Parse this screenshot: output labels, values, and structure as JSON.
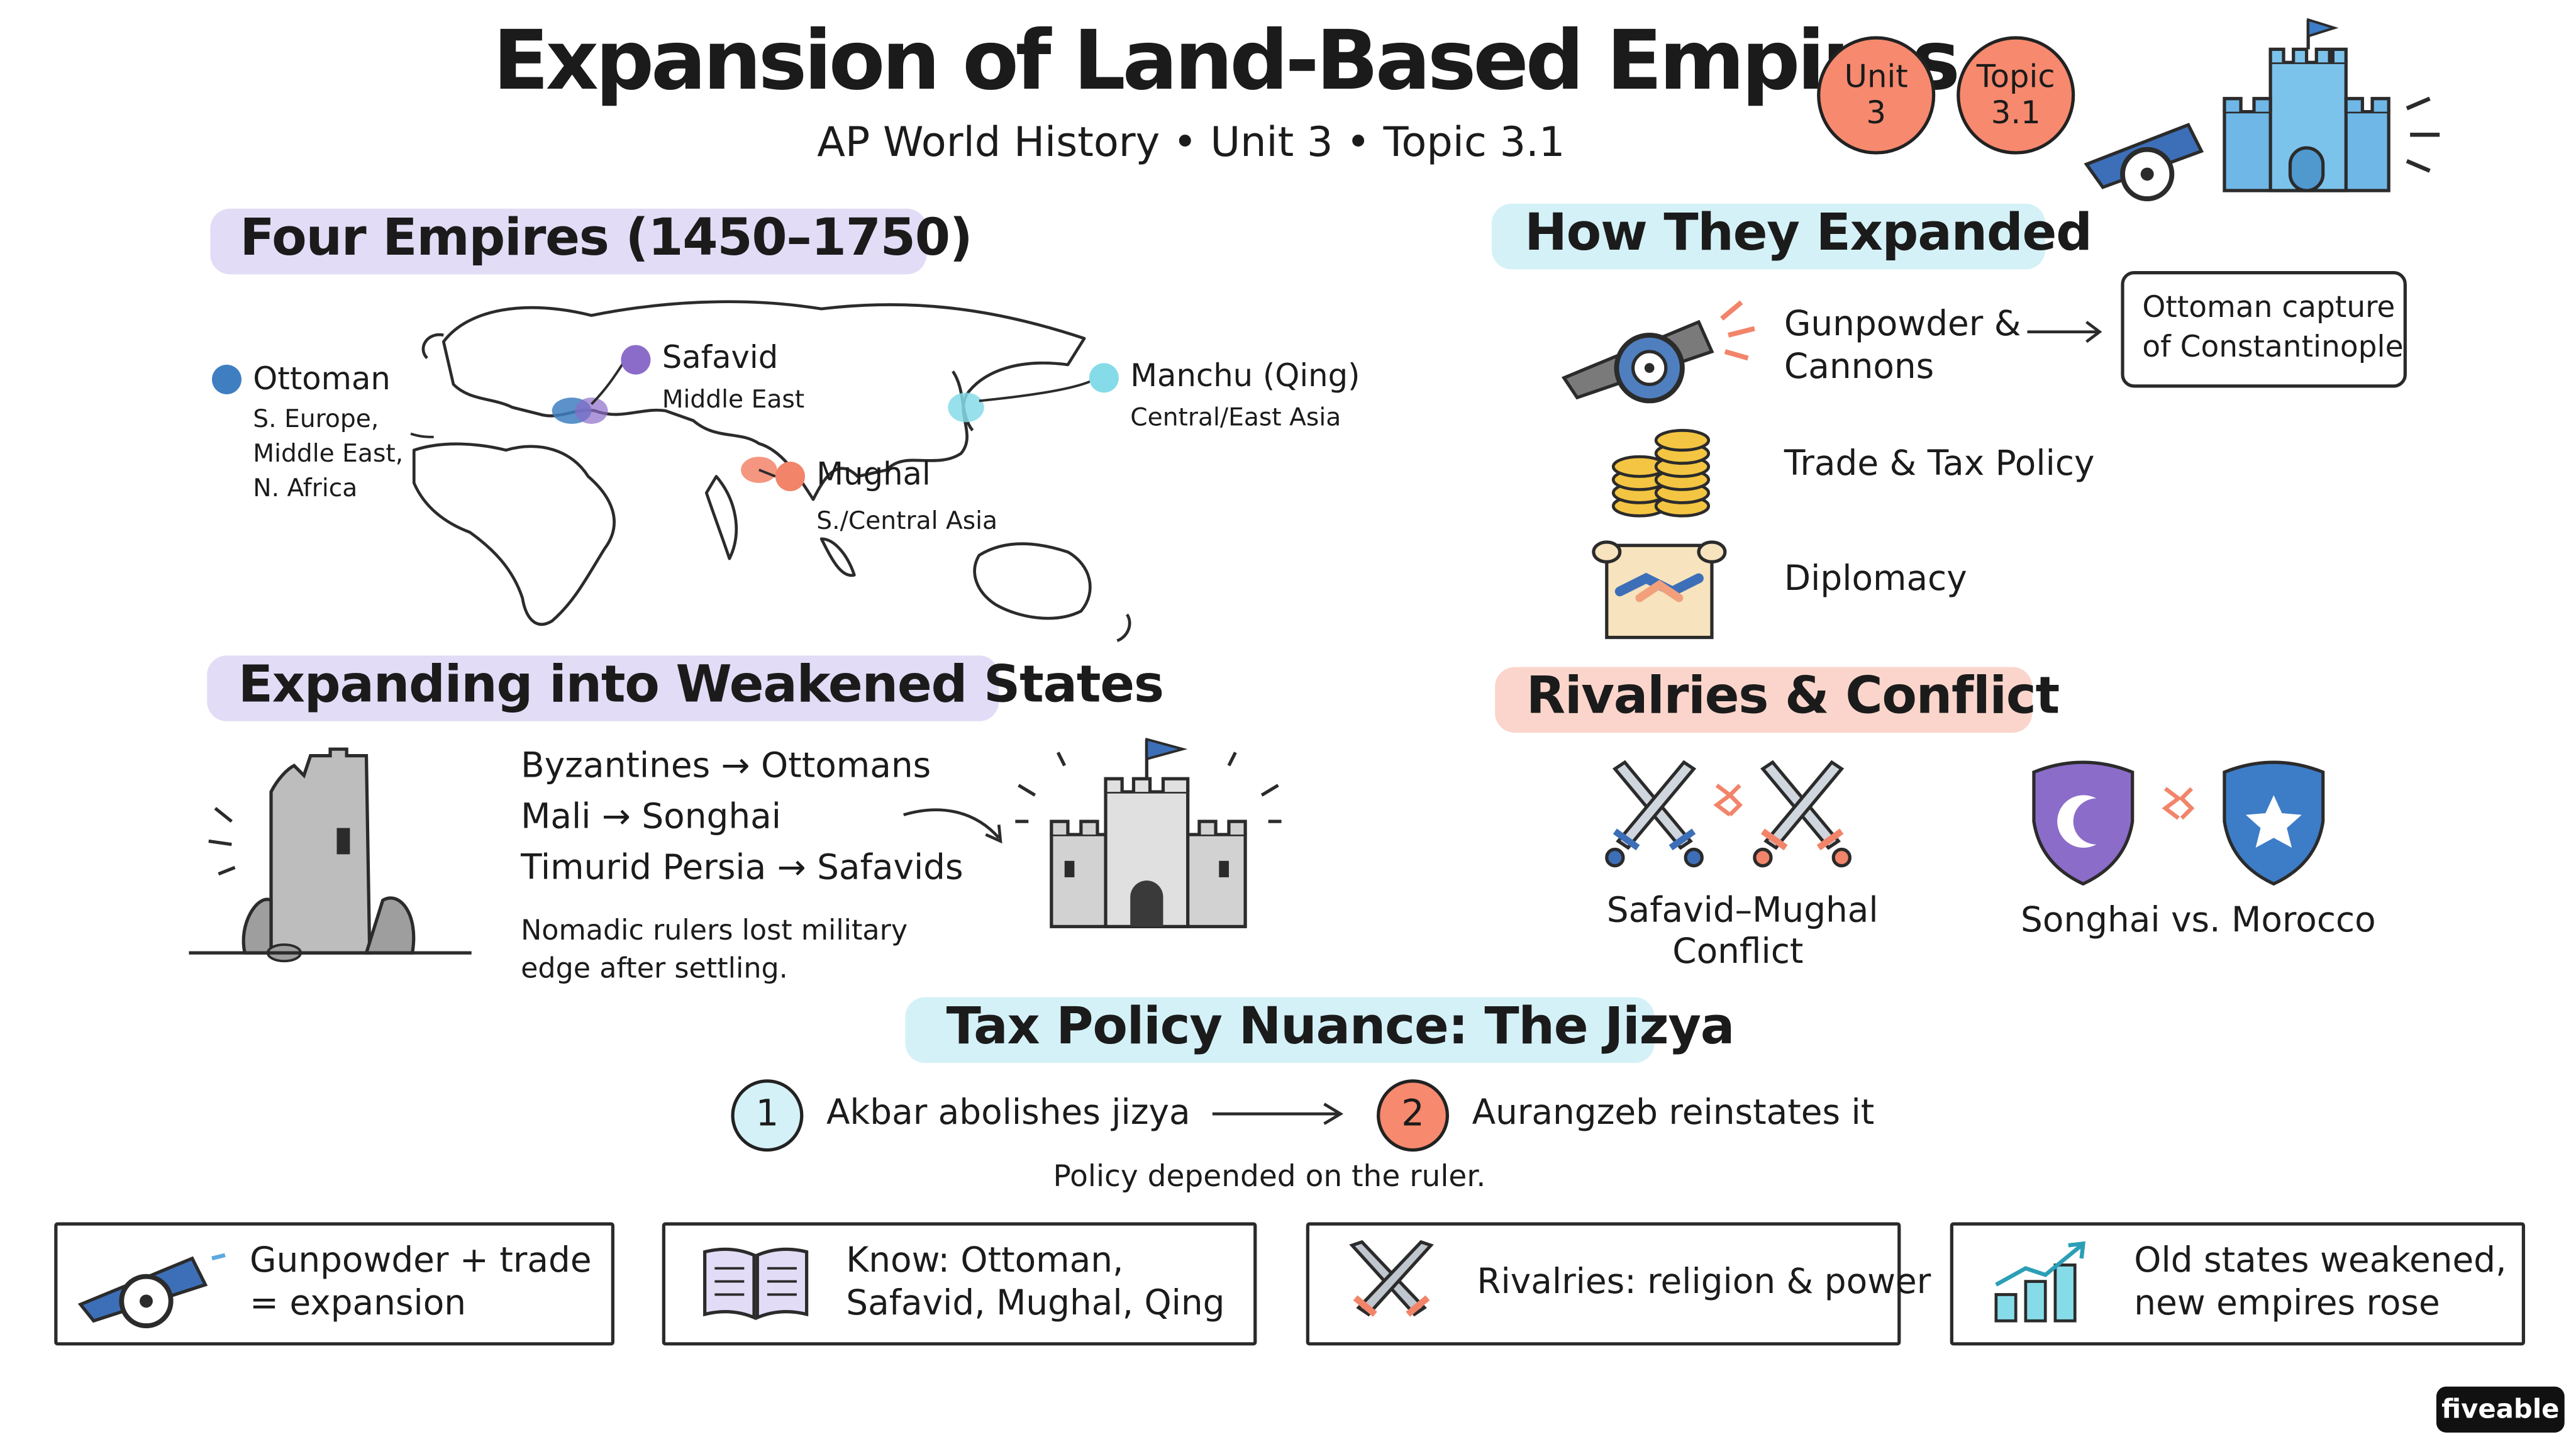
{
  "header": {
    "title": "Expansion of Land-Based Empires",
    "subtitle": "AP World History • Unit 3 • Topic 3.1",
    "badges": [
      {
        "line1": "Unit",
        "line2": "3"
      },
      {
        "line1": "Topic",
        "line2": "3.1"
      }
    ]
  },
  "colors": {
    "purple_highlight": "#e3dcf6",
    "blue_highlight": "#d4f1f7",
    "salmon_highlight": "#fbd5cb",
    "ottoman": "#3f7fc1",
    "safavid": "#8b6cc9",
    "mughal": "#f2846a",
    "manchu": "#86dbe9",
    "badge": "#f6896e"
  },
  "four_empires": {
    "heading": "Four Empires (1450–1750)",
    "ottoman": {
      "name": "Ottoman",
      "region_lines": [
        "S. Europe,",
        "Middle East,",
        "N. Africa"
      ]
    },
    "safavid": {
      "name": "Safavid",
      "region": "Middle East"
    },
    "mughal": {
      "name": "Mughal",
      "region": "S./Central Asia"
    },
    "manchu": {
      "name": "Manchu (Qing)",
      "region": "Central/East Asia"
    }
  },
  "expanding": {
    "heading": "Expanding into Weakened States",
    "transitions": [
      "Byzantines → Ottomans",
      "Mali → Songhai",
      "Timurid Persia → Safavids"
    ],
    "note_lines": [
      "Nomadic rulers lost military",
      "edge after settling."
    ]
  },
  "how_expanded": {
    "heading": "How They Expanded",
    "items": [
      {
        "icon": "cannon-icon",
        "lines": [
          "Gunpowder &",
          "Cannons"
        ]
      },
      {
        "icon": "coins-icon",
        "lines": [
          "Trade & Tax Policy"
        ]
      },
      {
        "icon": "handshake-scroll-icon",
        "lines": [
          "Diplomacy"
        ]
      }
    ],
    "callout_lines": [
      "Ottoman capture",
      "of Constantinople"
    ]
  },
  "rivalries": {
    "heading": "Rivalries & Conflict",
    "left_lines": [
      "Safavid–Mughal",
      "Conflict"
    ],
    "right": "Songhai vs. Morocco"
  },
  "jizya": {
    "heading": "Tax Policy Nuance: The Jizya",
    "step1": {
      "num": "1",
      "text": "Akbar abolishes jizya"
    },
    "step2": {
      "num": "2",
      "text": "Aurangzeb reinstates it"
    },
    "note": "Policy depended on the ruler."
  },
  "summary_cards": [
    {
      "icon": "cannon-icon",
      "lines": [
        "Gunpowder + trade",
        "= expansion"
      ]
    },
    {
      "icon": "book-icon",
      "lines": [
        "Know: Ottoman,",
        "Safavid, Mughal, Qing"
      ]
    },
    {
      "icon": "crossed-swords-icon",
      "lines": [
        "Rivalries: religion & power"
      ]
    },
    {
      "icon": "growth-chart-icon",
      "lines": [
        "Old states weakened,",
        "new empires rose"
      ]
    }
  ],
  "brand": "fiveable"
}
